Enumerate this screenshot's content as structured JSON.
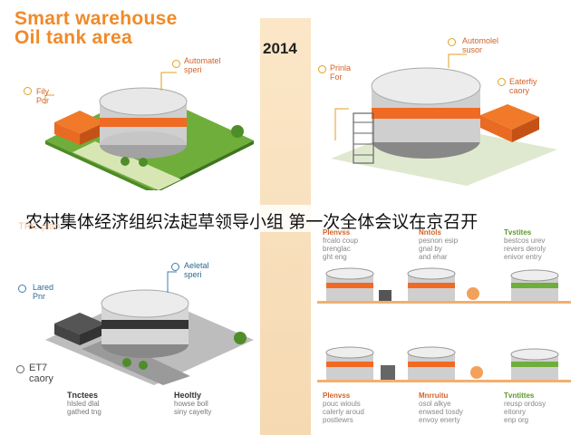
{
  "title": {
    "line1": "Smart warehouse",
    "line2": "Oil tank area"
  },
  "year": "2014",
  "caption": "农村集体经济组织法起草领导小组 第一次全体会议在京召开",
  "faded_header": "TRC plan",
  "panel_tl": {
    "label_automatic": "Automatel\nsperi",
    "label_fuel": "Fily\nPor"
  },
  "panel_tr": {
    "label_automated": "Automolel\nsusor",
    "label_print": "Prinla\nFor",
    "label_electrical": "Eaterfiy\ncaory"
  },
  "panel_bl": {
    "label_aerial": "Aeletal\nsperi",
    "label_land": "Lared\nPnr",
    "label_et": "ET7\ncaory"
  },
  "bottom_left_legend": [
    {
      "title": "Tnctees",
      "body": "hlsled dlal\ngathed tng"
    },
    {
      "title": "Heoltly",
      "body": "howse boll\nsiny cayelty"
    }
  ],
  "grid_row1": [
    {
      "title": "Plenvss",
      "body": "frcalo coup\nbrenglac\nght eng"
    },
    {
      "title": "Nntols",
      "body": "pesnon esip\ngnal by\nand ehar"
    },
    {
      "title": "Tvstites",
      "body": "bestcos urev\nrevers deroly\nenivor entry"
    }
  ],
  "grid_row2": [
    {
      "title": "Plenvss",
      "body": "pouc wiouls\ncalerly aroud\npostlewrs"
    },
    {
      "title": "Mnrruitu",
      "body": "osol alkye\nenwsed tosdy\nenvoy enerty"
    },
    {
      "title": "Tvntittes",
      "body": "reusp ordosy\neitonry\nenp org"
    }
  ],
  "colors": {
    "accent_orange": "#f08a2a",
    "tank_stripe": "#f06a24",
    "grass": "#6fae3a",
    "timeline_bar": "#f6dcb8"
  }
}
